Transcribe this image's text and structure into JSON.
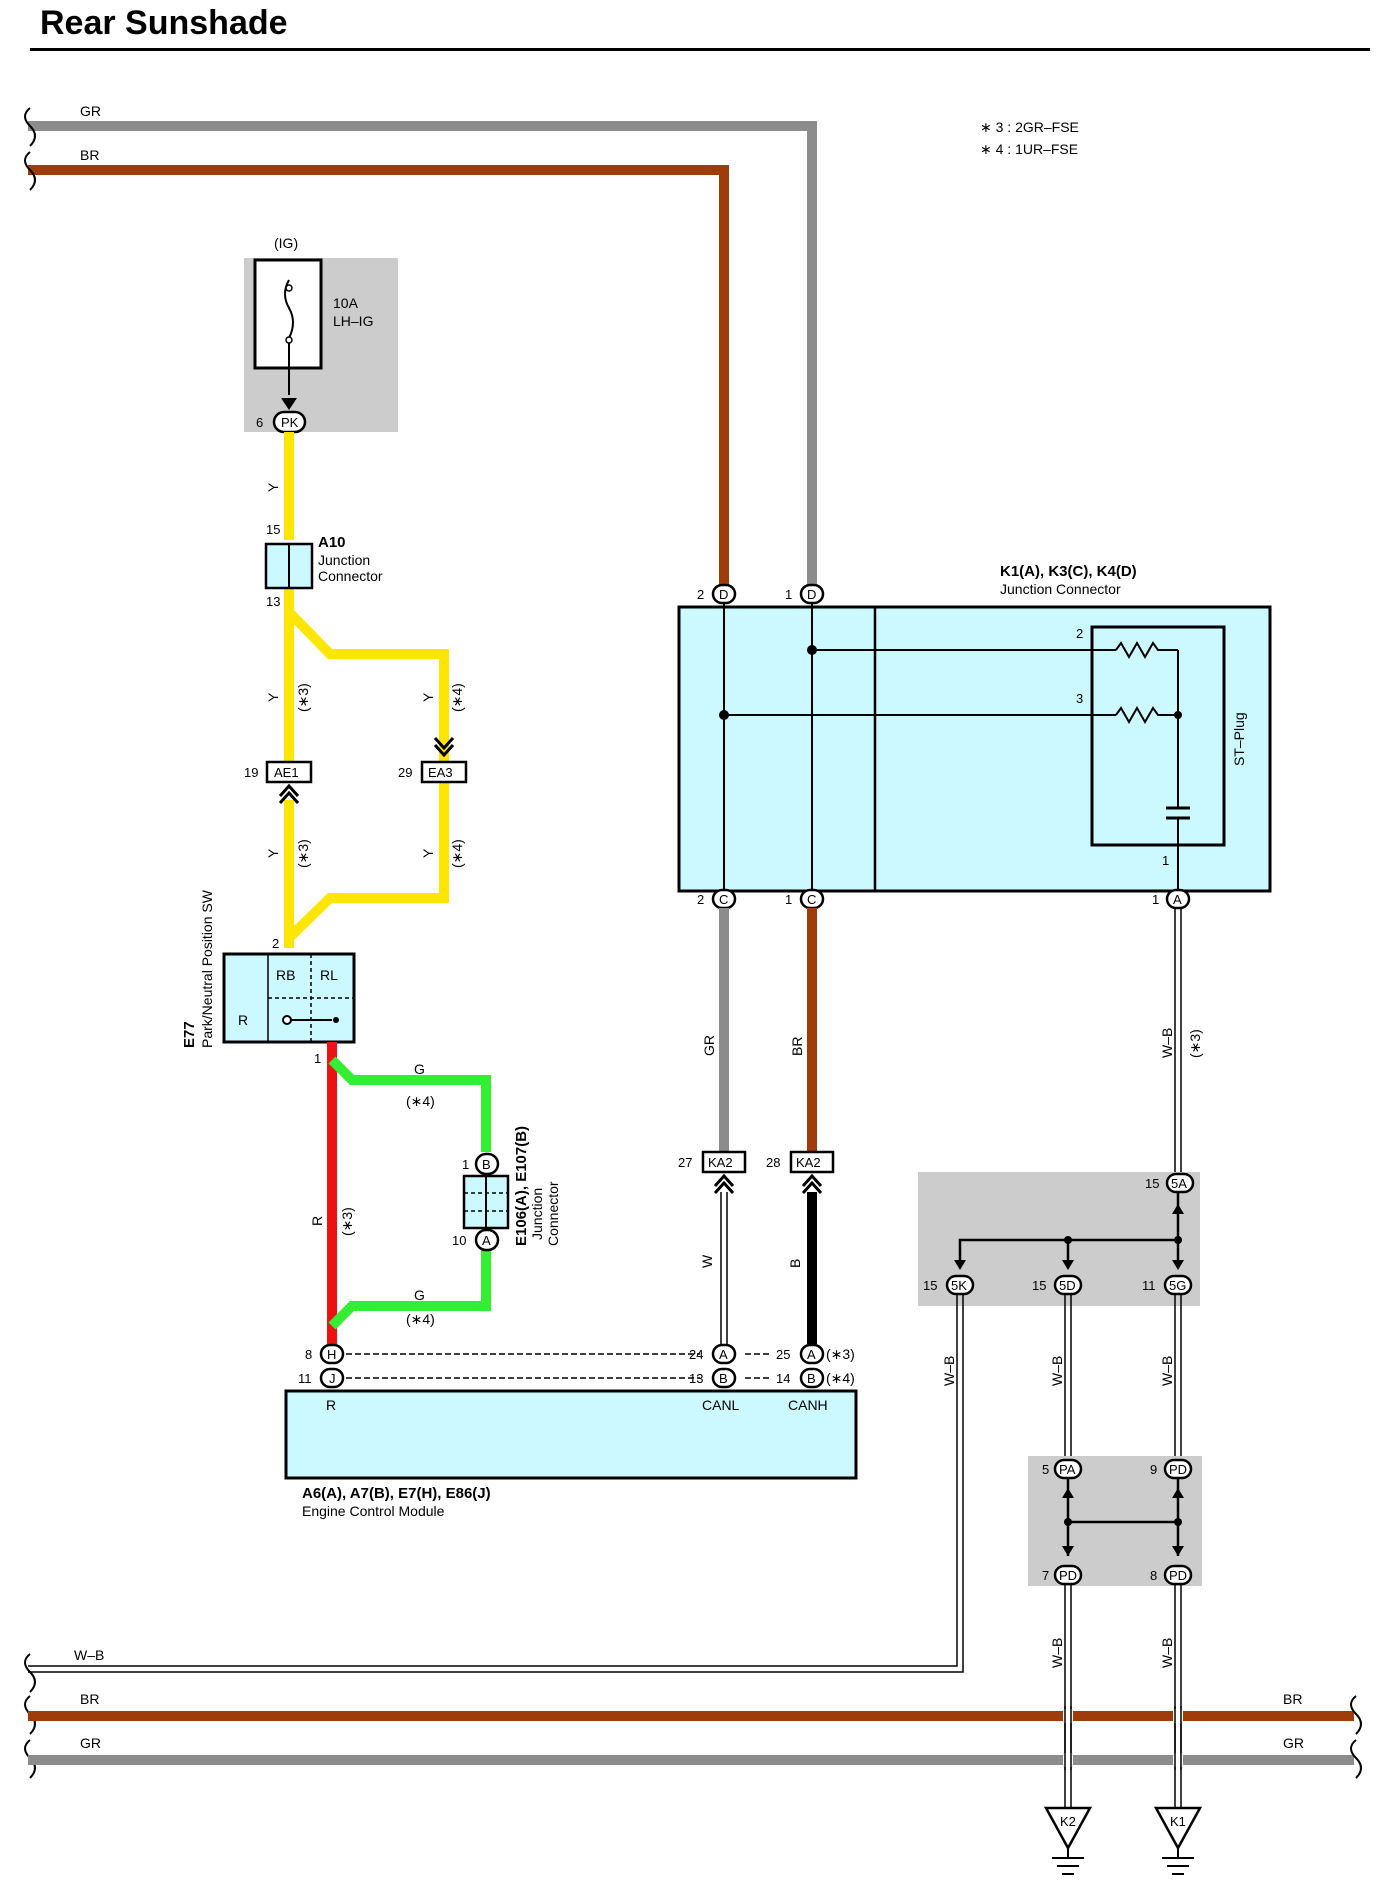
{
  "title": "Rear Sunshade",
  "notes": [
    "∗ 3 : 2GR–FSE",
    "∗ 4 : 1UR–FSE"
  ],
  "colors": {
    "GR": "#8c8c8c",
    "BR": "#a03c0a",
    "Y": "#ffe600",
    "G": "#33ee33",
    "R": "#ee1111",
    "B": "#000000",
    "box": "#ccf8ff",
    "shade": "#cccccc"
  },
  "bus_top": {
    "gr": "GR",
    "br": "BR"
  },
  "bus_bottom": {
    "wb": "W–B",
    "br": "BR",
    "gr": "GR",
    "br_right": "BR",
    "gr_right": "GR"
  },
  "fuse": {
    "supply": "(IG)",
    "rating": "10A",
    "name": "LH–IG",
    "pin": "6",
    "conn": "PK"
  },
  "a10": {
    "id": "A10",
    "line1": "Junction",
    "line2": "Connector",
    "pin_top": "15",
    "pin_bottom": "13"
  },
  "wire_y": "Y",
  "wire_g": "G",
  "wire_r": "R",
  "wire_w": "W",
  "wire_b": "B",
  "wire_wb": "W–B",
  "note3": "(∗3)",
  "note4": "(∗4)",
  "ae1": {
    "pin": "19",
    "label": "AE1"
  },
  "ea3": {
    "pin": "29",
    "label": "EA3"
  },
  "e77": {
    "id": "E77",
    "name": "Park/Neutral Position SW",
    "pin_top": "2",
    "pin_bottom": "1",
    "rb": "RB",
    "rl": "RL",
    "r": "R"
  },
  "e106": {
    "id": "E106(A), E107(B)",
    "line1": "Junction",
    "line2": "Connector",
    "pin_top": "1",
    "conn_top": "B",
    "pin_bottom": "10",
    "conn_bottom": "A"
  },
  "jc": {
    "id": "K1(A), K3(C), K4(D)",
    "name": "Junction Connector",
    "d_left_pin": "2",
    "d_right_pin": "1",
    "conn_d": "D",
    "c_left_pin": "2",
    "c_right_pin": "1",
    "conn_c": "C",
    "a_pin": "1",
    "conn_a": "A",
    "res_pin_top": "2",
    "res_pin_mid": "3",
    "cap_pin": "1",
    "stplug": "ST–Plug"
  },
  "ka2": {
    "left_pin": "27",
    "right_pin": "28",
    "label": "KA2"
  },
  "ecm": {
    "id": "A6(A), A7(B), E7(H), E86(J)",
    "name": "Engine Control Module",
    "h_pin": "8",
    "conn_h": "H",
    "j_pin": "11",
    "conn_j": "J",
    "a24": "24",
    "b13": "13",
    "a25": "25",
    "b14": "14",
    "conn_a": "A",
    "conn_b": "B",
    "r": "R",
    "canl": "CANL",
    "canh": "CANH"
  },
  "j5": {
    "top_pin": "15",
    "top_conn": "5A",
    "k_pin": "15",
    "k_conn": "5K",
    "d_pin": "15",
    "d_conn": "5D",
    "g_pin": "11",
    "g_conn": "5G"
  },
  "jp": {
    "pa_pin": "5",
    "pa": "PA",
    "pd_top_pin": "9",
    "pd_top": "PD",
    "pd_l_pin": "7",
    "pd_l": "PD",
    "pd_r_pin": "8",
    "pd_r": "PD"
  },
  "grounds": [
    "K2",
    "K1"
  ]
}
